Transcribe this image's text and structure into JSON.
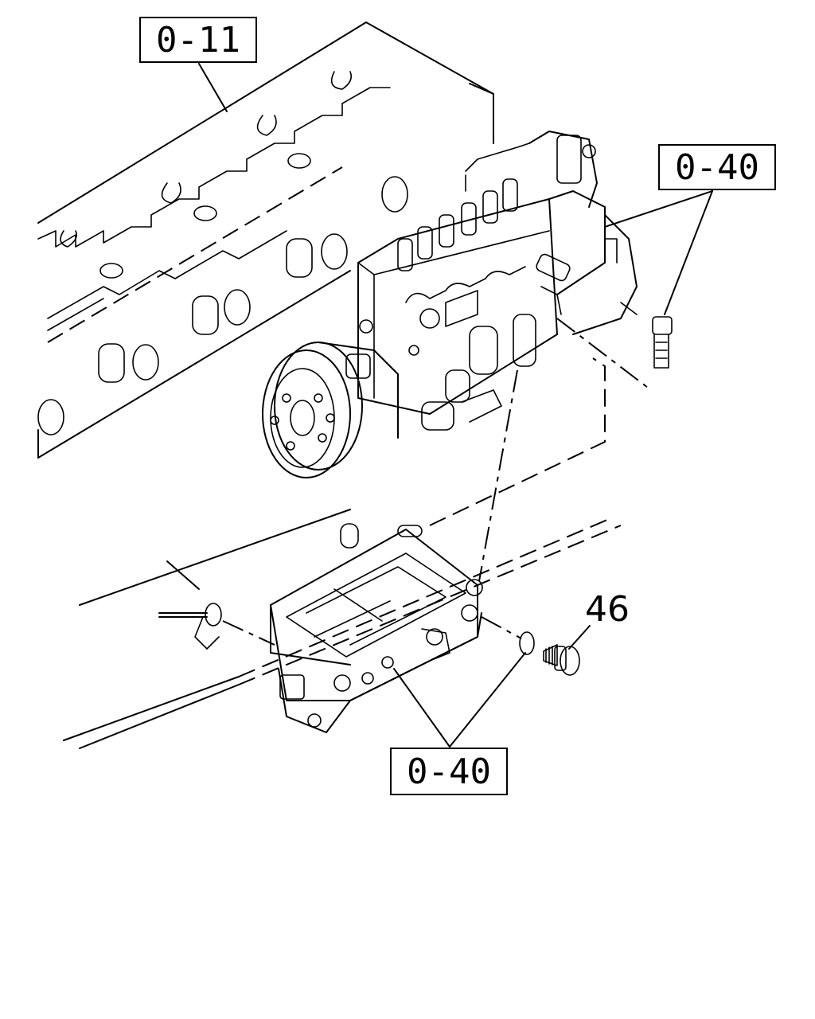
{
  "callouts": {
    "ref_top_left": "0-11",
    "ref_top_right": "0-40",
    "ref_bottom": "0-40",
    "part_bolt": "46"
  }
}
